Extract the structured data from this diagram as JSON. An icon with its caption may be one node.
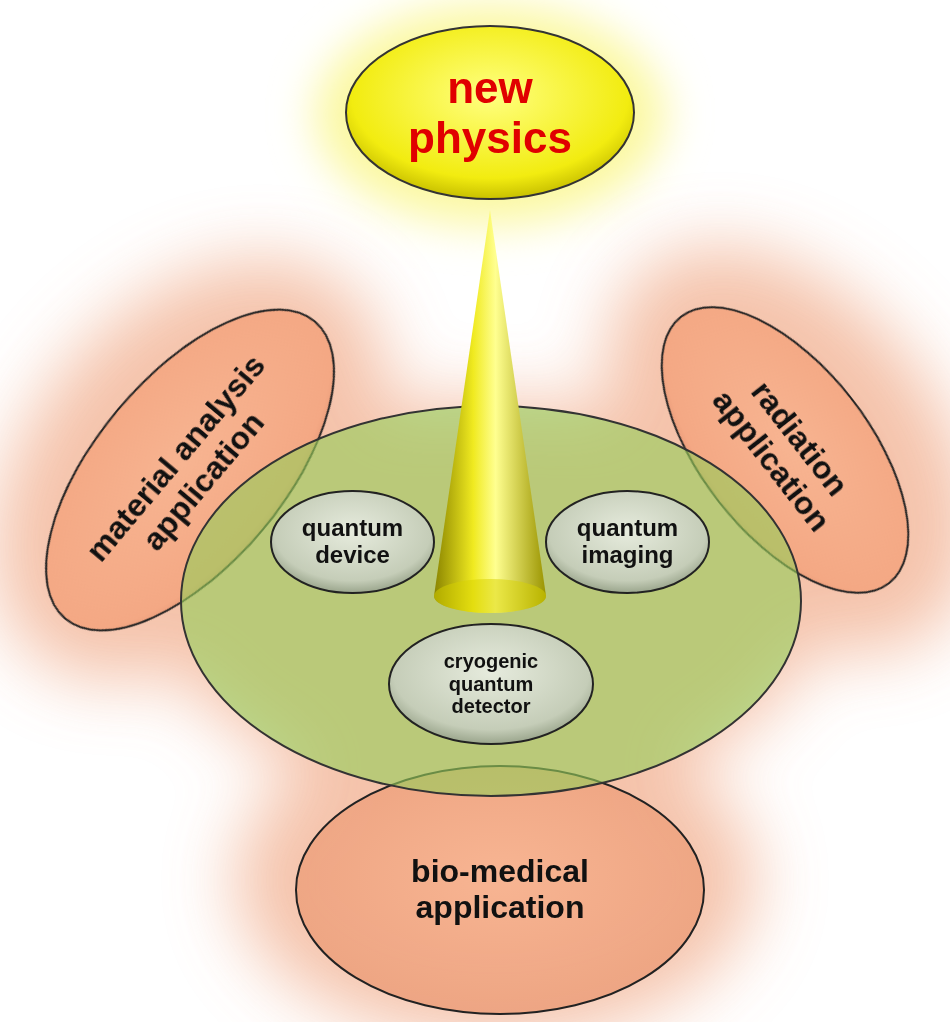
{
  "diagram": {
    "nodes": [
      {
        "text": [
          "new physics"
        ]
      },
      {
        "text": [
          "material analysis application"
        ]
      },
      {
        "text": [
          "radiation application"
        ]
      },
      {
        "text": [],
        "shape": "ellipse"
      },
      {
        "text": [
          "quantum device"
        ],
        "in": 3
      },
      {
        "text": [
          "quantum imaging"
        ],
        "in": 3
      },
      {
        "text": [
          "cryogenic quantum detector"
        ],
        "in": 3
      },
      {
        "text": [
          "bio-medical application"
        ]
      }
    ]
  }
}
